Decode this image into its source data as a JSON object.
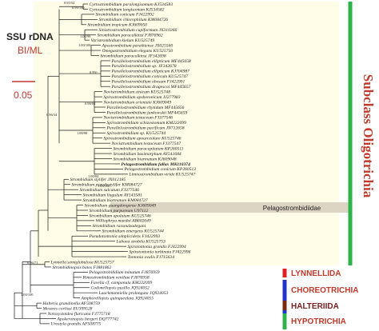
{
  "legend": {
    "title": "SSU rDNA",
    "method": "BI/ML",
    "scale_value": "0.05",
    "method_color": "#c0392b",
    "scale_color": "#c0392b"
  },
  "groups": [
    {
      "label": "Subclass Oligotrichia",
      "color": "#c0392b",
      "bar_color": "#2db34a"
    },
    {
      "label": "Pelagostrombidiidae",
      "color": "#222222"
    },
    {
      "label": "LYNNELLIDA",
      "color": "#c0392b",
      "bar_color": "#e02020"
    },
    {
      "label": "CHOREOTRICHIA",
      "color": "#c0392b",
      "bar_color": "#2233cc"
    },
    {
      "label": "HALTERIIDA",
      "color": "#7a1f1f",
      "bar_color": "#7a2a10"
    },
    {
      "label": "HYPOTRICHIA",
      "color": "#c0392b",
      "bar_color": "#2db34a"
    }
  ],
  "taxa": [
    "Cyrtostrombidium paralongisomum KJ534583",
    "Cyrtostrombidium longisomum KJ534582",
    "Strombidium conicum FJ422992",
    "Strombidium chlorophilum KM084726",
    "Strombidium tropicum KJ609050",
    "Sinistrostrombidium cupiformum JX310366",
    "Strombidium paracalkinsi FJ876962",
    "Varistrombidium kielum KU525749",
    "Apostrombidium paraikiense JX025560",
    "Omegastrombidium elegans KU525750",
    "Strombidium paracalkinsi JF342698",
    "Parallelostrombidium ellipticum MF445658",
    "Parallelostrombidium sp. JF342678",
    "Parallelostrombidium ellipticum KJ704987",
    "Parallelostrombidium conicum KU525747",
    "Parallelostrombidium obesum FJ422991",
    "Parallelostrombidium dragescoi MF445657",
    "Novistrombidium sinicum KU525748",
    "Spirostrombidium apsheronicum JJ277983",
    "Novistrombidium orientale KJ609049",
    "Parallelostrombidium rhytidum MF445656",
    "Parallelostrombidium jankowskii MF445659",
    "Novistrombidium testaceum FJ377546",
    "Spirostrombidium schizostomum KM222099",
    "Parallelostrombidium pacificum JN712658",
    "Spirostrombidium sp. KU525744",
    "Spirostrombidium apourceolare KU525746",
    "Novistrombidium testaceum FJ377547",
    "Strombidium paracapitatum KP260511",
    "Strombidium basimorphum AY541684",
    "Strombidium biarmatum KJ609048",
    "Pelagostrombidium fallax MK110374",
    "Pelagostrombidium conicum KP260513",
    "Limnostrombidium viride KU525747",
    "Strombidium stylifer JX012185",
    "Strombidium pseudostylifer KM084727",
    "Strombidium sulcatum FJ377546",
    "Strombidium lingulum AY143581",
    "Strombidium biarmatum KM084727",
    "Strombidium guangdongense KJ609049",
    "Strombidium purpureum U97112",
    "Strombidium apolatum KU525746",
    "Williophrya maedai AB602649",
    "Strombidium rassoulzadegani",
    "Strombidium emergens KU525744",
    "Pseudotontonia simplicidens FJ422993",
    "Laboea strobila KU525753",
    "Spirotontonia grandis FJ422994",
    "Spirotontonia turbinata FJ422996",
    "Tontonia ovalis FJ715634",
    "Lynnella semiglobulosa KU525757",
    "Strombidinopsis batos FJ881862",
    "Pelagostrobilidium minutum FJ876959",
    "Rimostrombidium veniliae FJ876958",
    "Favella cf. campanula KM222099",
    "Codonellopsis pusilla JQ924052",
    "Laackmanniella prolongata JQ924053",
    "Amphorellopsis quinquealata JQ924055",
    "Halteria grandinella AF508759",
    "Meseres corlissi EU399528",
    "Notoxystoidea fluricana FJ775718",
    "Apokeronopsis bergeri DQ777742",
    "Urostyla grandis AF508775"
  ],
  "supports": [
    "0.95/54",
    "0.99/100",
    "1.00/99",
    "1.00/100",
    "0.99/-",
    "0.98/84",
    "1.00/98",
    "0.96/34",
    "1.00/84",
    "1.00/100",
    "0.96/71",
    "1.00/100"
  ]
}
